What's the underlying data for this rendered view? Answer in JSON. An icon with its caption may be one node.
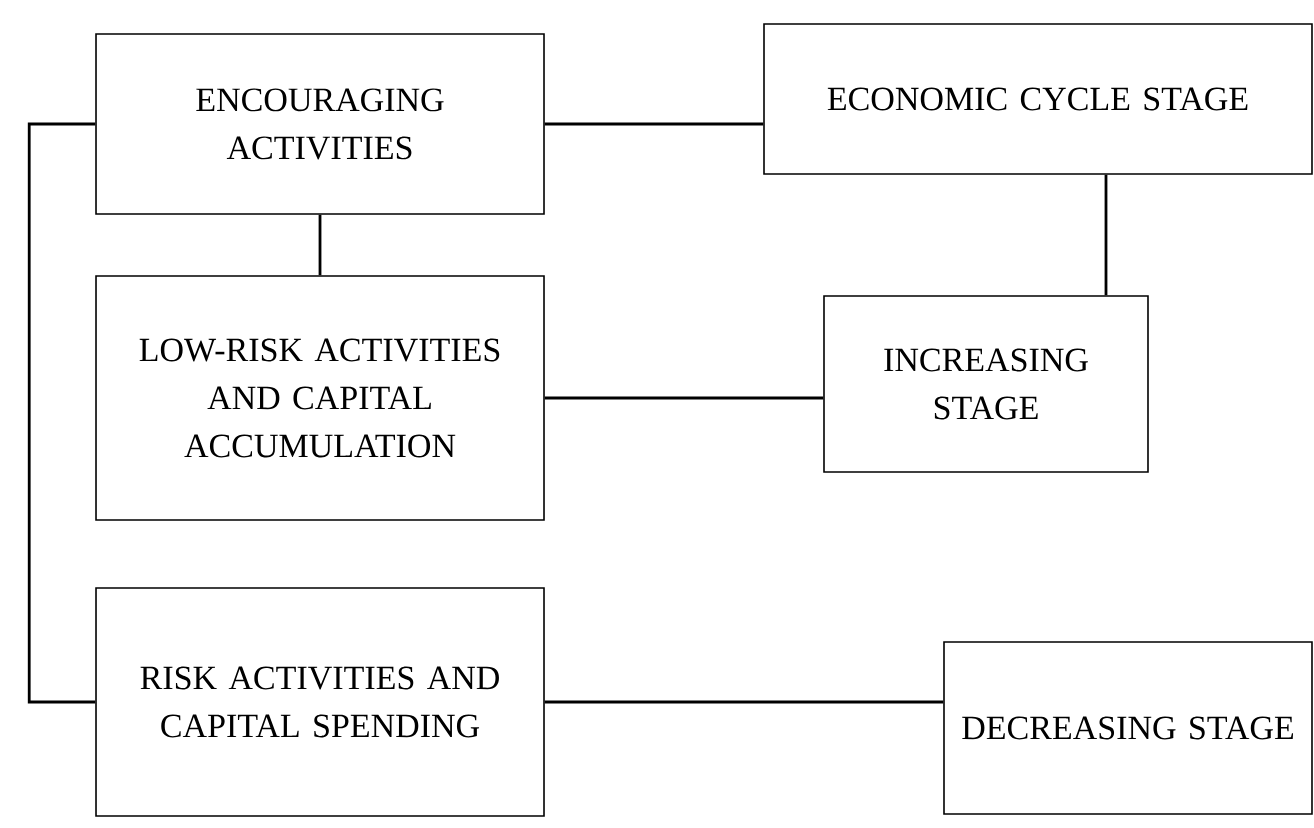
{
  "diagram": {
    "nodes": [
      {
        "text": [
          "ENCOURAGING ACTIVITIES"
        ]
      },
      {
        "text": [
          "ECONOMIC CYCLE STAGE"
        ]
      },
      {
        "text": [
          "LOW-RISK ACTIVITIES AND CAPITAL ACCUMULATION"
        ]
      },
      {
        "text": [
          "INCREASING STAGE"
        ]
      },
      {
        "text": [
          "RISK ACTIVITIES AND CAPITAL SPENDING"
        ]
      },
      {
        "text": [
          "DECREASING STAGE"
        ]
      }
    ],
    "edges": [
      {
        "from": 0,
        "to": 1,
        "arrow": "none"
      },
      {
        "from": 0,
        "to": 2,
        "arrow": "none"
      },
      {
        "from": 1,
        "to": 3,
        "arrow": "none"
      },
      {
        "from": 2,
        "to": 3,
        "arrow": "none"
      },
      {
        "from": 0,
        "to": 4,
        "arrow": "none"
      },
      {
        "from": 4,
        "to": 5,
        "arrow": "none"
      }
    ]
  }
}
